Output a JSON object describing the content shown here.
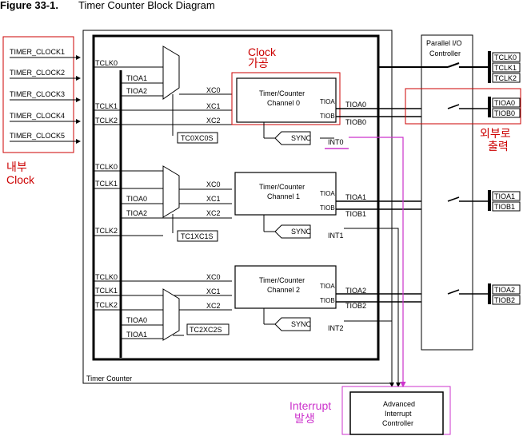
{
  "figure": {
    "number": "Figure 33-1.",
    "title": "Timer Counter Block Diagram"
  },
  "internal_clocks": [
    "TIMER_CLOCK1",
    "TIMER_CLOCK2",
    "TIMER_CLOCK3",
    "TIMER_CLOCK4",
    "TIMER_CLOCK5"
  ],
  "timer_counter_label": "Timer Counter",
  "parallel_io": {
    "line1": "Parallel I/O",
    "line2": "Controller"
  },
  "channels": [
    {
      "title1": "Timer/Counter",
      "title2": "Channel 0",
      "tioa": "TIOA",
      "tiob": "TIOB",
      "tioa_out": "TIOA0",
      "tiob_out": "TIOB0",
      "int": "INT0",
      "sync": "SYNC",
      "xc": [
        "XC0",
        "XC1",
        "XC2"
      ],
      "sel": "TC0XC0S"
    },
    {
      "title1": "Timer/Counter",
      "title2": "Channel 1",
      "tioa": "TIOA",
      "tiob": "TIOB",
      "tioa_out": "TIOA1",
      "tiob_out": "TIOB1",
      "int": "INT1",
      "sync": "SYNC",
      "xc": [
        "XC0",
        "XC1",
        "XC2"
      ],
      "sel": "TC1XC1S"
    },
    {
      "title1": "Timer/Counter",
      "title2": "Channel 2",
      "tioa": "TIOA",
      "tiob": "TIOB",
      "tioa_out": "TIOA2",
      "tiob_out": "TIOB2",
      "int": "INT2",
      "sync": "SYNC",
      "xc": [
        "XC0",
        "XC1",
        "XC2"
      ],
      "sel": "TC2XC2S"
    }
  ],
  "bus_labels": {
    "ch0": [
      "TCLK0",
      "TIOA1",
      "TIOA2",
      "TCLK1",
      "TCLK2"
    ],
    "ch1": [
      "TCLK0",
      "TCLK1",
      "TIOA0",
      "TIOA2",
      "TCLK2"
    ],
    "ch2": [
      "TCLK0",
      "TCLK1",
      "TCLK2",
      "TIOA0",
      "TIOA1"
    ]
  },
  "pins": {
    "clk": [
      "TCLK0",
      "TCLK1",
      "TCLK2"
    ],
    "io0": [
      "TIOA0",
      "TIOB0"
    ],
    "io1": [
      "TIOA1",
      "TIOB1"
    ],
    "io2": [
      "TIOA2",
      "TIOB2"
    ]
  },
  "aic": {
    "line1": "Advanced",
    "line2": "Interrupt",
    "line3": "Controller"
  },
  "annotations": {
    "internal": {
      "line1": "내부",
      "line2": "Clock"
    },
    "clock_proc": {
      "line1": "Clock",
      "line2": "가공"
    },
    "external": {
      "line1": "외부로",
      "line2": "출력"
    },
    "interrupt": {
      "line1": "Interrupt",
      "line2": "발생"
    }
  },
  "colors": {
    "annotation_red": "#cc0000",
    "annotation_magenta": "#cc33cc"
  }
}
